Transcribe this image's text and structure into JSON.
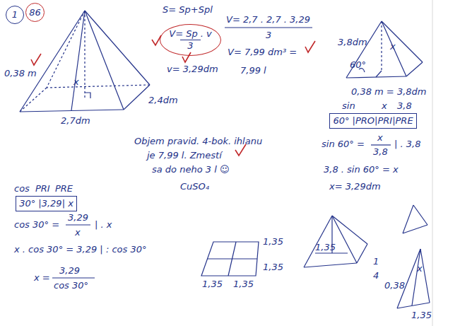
{
  "diagram": {
    "nodes": [
      {
        "text": [
          "1"
        ]
      },
      {
        "text": [
          "86"
        ]
      },
      {
        "text": [
          "V= Sp . v",
          "3"
        ]
      },
      {
        "text": [
          "60° |PRO|PRI|PRE"
        ]
      },
      {
        "text": [
          "30° |3,29| x"
        ]
      }
    ],
    "labels": [
      "S= Sp+Spl",
      "V= 2,7 . 2,7 . 3,29",
      "3",
      "V= 7,99 dm³ =",
      "7,99 l",
      "v= 3,29dm",
      "0,38 m",
      "x",
      "2,4dm",
      "2,7dm",
      "3,8dm",
      "x",
      "60°",
      "0,38 m = 3,8dm",
      "sin",
      "x",
      "3,8",
      "sin 60° =",
      "x",
      "3,8",
      "| . 3,8",
      "3,8 . sin 60° = x",
      "x= 3,29dm",
      "Objem pravid. 4-bok. ihlanu",
      "je 7,99 l. Zmestí",
      "sa do neho 3 l ☺",
      "CuSO₄",
      "cos",
      "PRI",
      "PRE",
      "cos 30° =",
      "3,29",
      "x",
      "| . x",
      "x . cos 30° = 3,29 | : cos 30°",
      "x =",
      "3,29",
      "cos 30°",
      "1,35",
      "1,35",
      "1,35",
      "1,35",
      "1,35",
      "1",
      "4",
      "0,38",
      "x",
      "1,35"
    ]
  }
}
